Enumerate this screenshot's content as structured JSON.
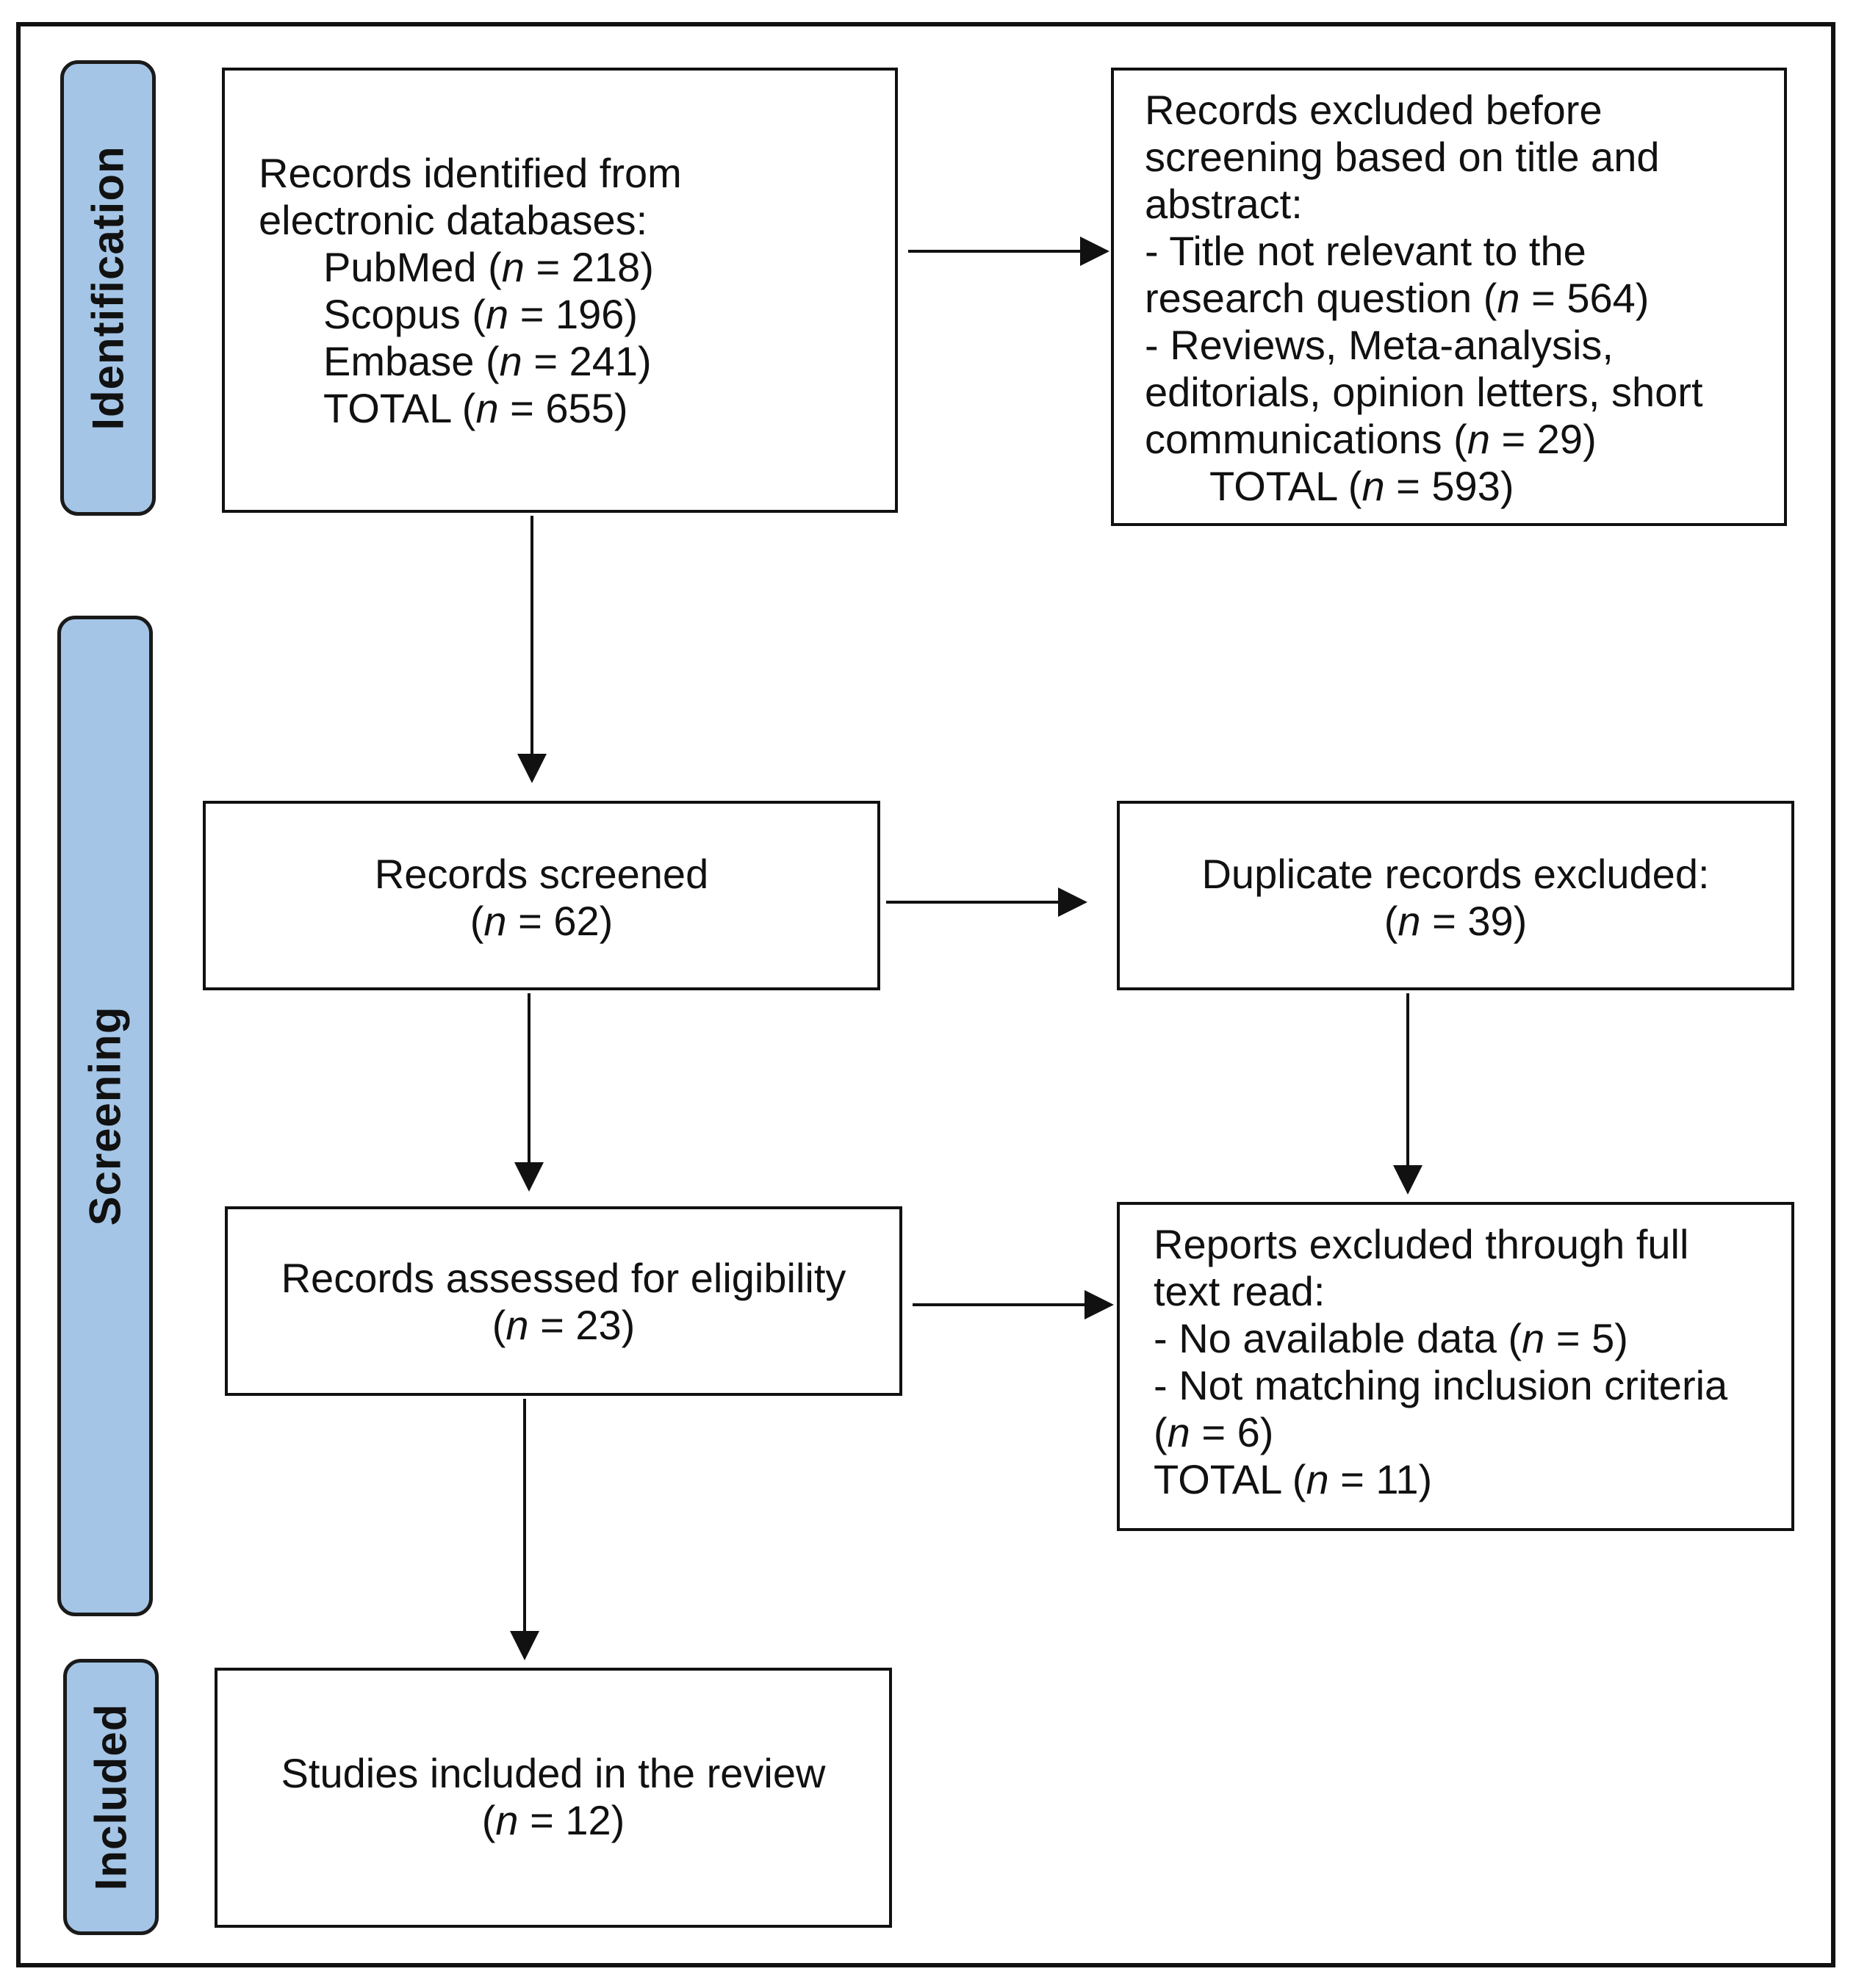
{
  "phases": {
    "identification": "Identification",
    "screening": "Screening",
    "included": "Included"
  },
  "identified": {
    "title_line1": "Records identified from",
    "title_line2": "electronic databases:",
    "pubmed_label": "PubMed (",
    "pubmed_value": " = 218)",
    "scopus_label": "Scopus (",
    "scopus_value": " = 196)",
    "embase_label": "Embase (",
    "embase_value": " = 241)",
    "total_label": "TOTAL (",
    "total_value": " = 655)"
  },
  "excluded_before": {
    "line1": "Records excluded before",
    "line2": "screening based on title and",
    "line3": "abstract:",
    "line4": "- Title not relevant to the",
    "line5_pre": "research question (",
    "line5_post": " = 564)",
    "line6": "- Reviews, Meta-analysis,",
    "line7": "editorials, opinion letters, short",
    "line8_pre": "communications (",
    "line8_post": " = 29)",
    "total_pre": "TOTAL (",
    "total_post": " = 593)"
  },
  "screened": {
    "title": "Records screened",
    "count_pre": "(",
    "count_post": " = 62)"
  },
  "duplicates": {
    "title": "Duplicate records excluded:",
    "count_pre": "(",
    "count_post": " = 39)"
  },
  "eligibility": {
    "title": "Records assessed for eligibility",
    "count_pre": "(",
    "count_post": " = 23)"
  },
  "reports_excluded": {
    "line1": "Reports excluded through full",
    "line2": "text read:",
    "line3_pre": "- No available data (",
    "line3_post": " = 5)",
    "line4": "- Not matching inclusion criteria",
    "line5_pre": "(",
    "line5_post": " = 6)",
    "total_pre": "TOTAL (",
    "total_post": " = 11)"
  },
  "included": {
    "title": "Studies included in the review",
    "count_pre": "(",
    "count_post": " = 12)"
  },
  "n_symbol": "n"
}
